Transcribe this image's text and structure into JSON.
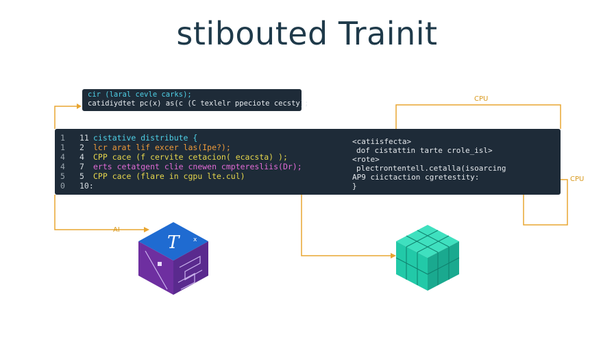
{
  "title": "stibouted Trainit",
  "small_box": {
    "lines": [
      [
        "cir (laral cevle carks);",
        ""
      ],
      [
        "catidiydtet pc(x) as(c (C texlelr ppeciote cecsty);",
        ""
      ]
    ]
  },
  "main_box": {
    "left_lines": [
      {
        "num": "1",
        "num2": "11",
        "parts": [
          {
            "t": "cistative distribute {",
            "c": "c-c"
          }
        ]
      },
      {
        "num": "1",
        "num2": "2",
        "parts": [
          {
            "t": "lcr arat lif excer las(Ipe?);",
            "c": "c-o"
          }
        ]
      },
      {
        "num": "4",
        "num2": "4",
        "parts": [
          {
            "t": "CPP cace (f cervite cetacion( ecacsta) );",
            "c": "c-y"
          }
        ]
      },
      {
        "num": "4",
        "num2": "7",
        "parts": [
          {
            "t": "erts cetatgent clie cnewen cmpteresliis(Dr);",
            "c": "c-p"
          }
        ]
      },
      {
        "num": "5",
        "num2": "5",
        "parts": [
          {
            "t": "CPP cace (flare in cgpu lte.cul)",
            "c": "c-y"
          }
        ]
      },
      {
        "num": "0",
        "num2": "10:",
        "parts": [
          {
            "t": "",
            "c": "c-w"
          }
        ]
      }
    ],
    "right_lines": [
      "<catiisfecta>",
      "dof cistattin tarte crole_isl>",
      "<rote>",
      "plectrontentell.cetalla(isoarcing",
      "AP9 ciictaction cgretestity:",
      "}"
    ]
  },
  "labels": {
    "cpu_top": "CPU",
    "cpu_right": "CPU",
    "left_arrow": "AI"
  },
  "cube_left": {
    "glyph": "T",
    "corner": "x"
  },
  "colors": {
    "line": "#e8a531",
    "code_bg": "#1e2b38",
    "title": "#1f3a4a",
    "cube_blue": "#1f6bd1",
    "cube_purple": "#6e2fa0",
    "cube_teal": "#22c9a8"
  }
}
